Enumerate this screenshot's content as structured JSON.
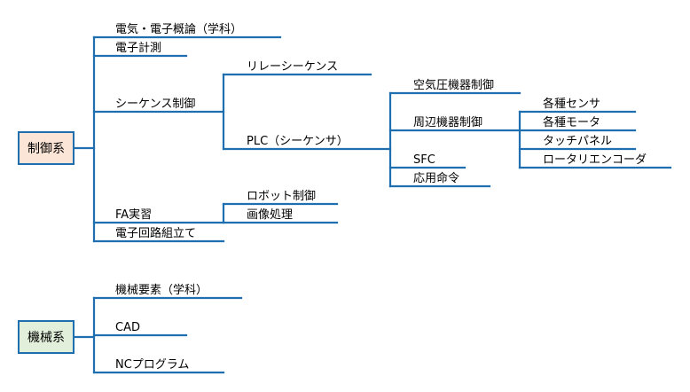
{
  "roots": {
    "control": {
      "label": "制御系",
      "bg": "#fbe5d6"
    },
    "mechanical": {
      "label": "機械系",
      "bg": "#e2efda"
    }
  },
  "line_color": "#1f6fb0",
  "control": {
    "elec_theory": "電気・電子概論（学科）",
    "elec_measure": "電子計測",
    "sequence": "シーケンス制御",
    "relay_sequence": "リレーシーケンス",
    "plc": "PLC（シーケンサ）",
    "pneumatic": "空気圧機器制御",
    "peripheral": "周辺機器制御",
    "sensors": "各種センサ",
    "motors": "各種モータ",
    "touch_panel": "タッチパネル",
    "rotary_encoder": "ロータリエンコーダ",
    "sfc": "SFC",
    "applied_cmd": "応用命令",
    "fa_practice": "FA実習",
    "robot_control": "ロボット制御",
    "image_processing": "画像処理",
    "circuit_assembly": "電子回路組立て"
  },
  "mechanical": {
    "elements": "機械要素（学科）",
    "cad": "CAD",
    "nc_program": "NCプログラム"
  }
}
